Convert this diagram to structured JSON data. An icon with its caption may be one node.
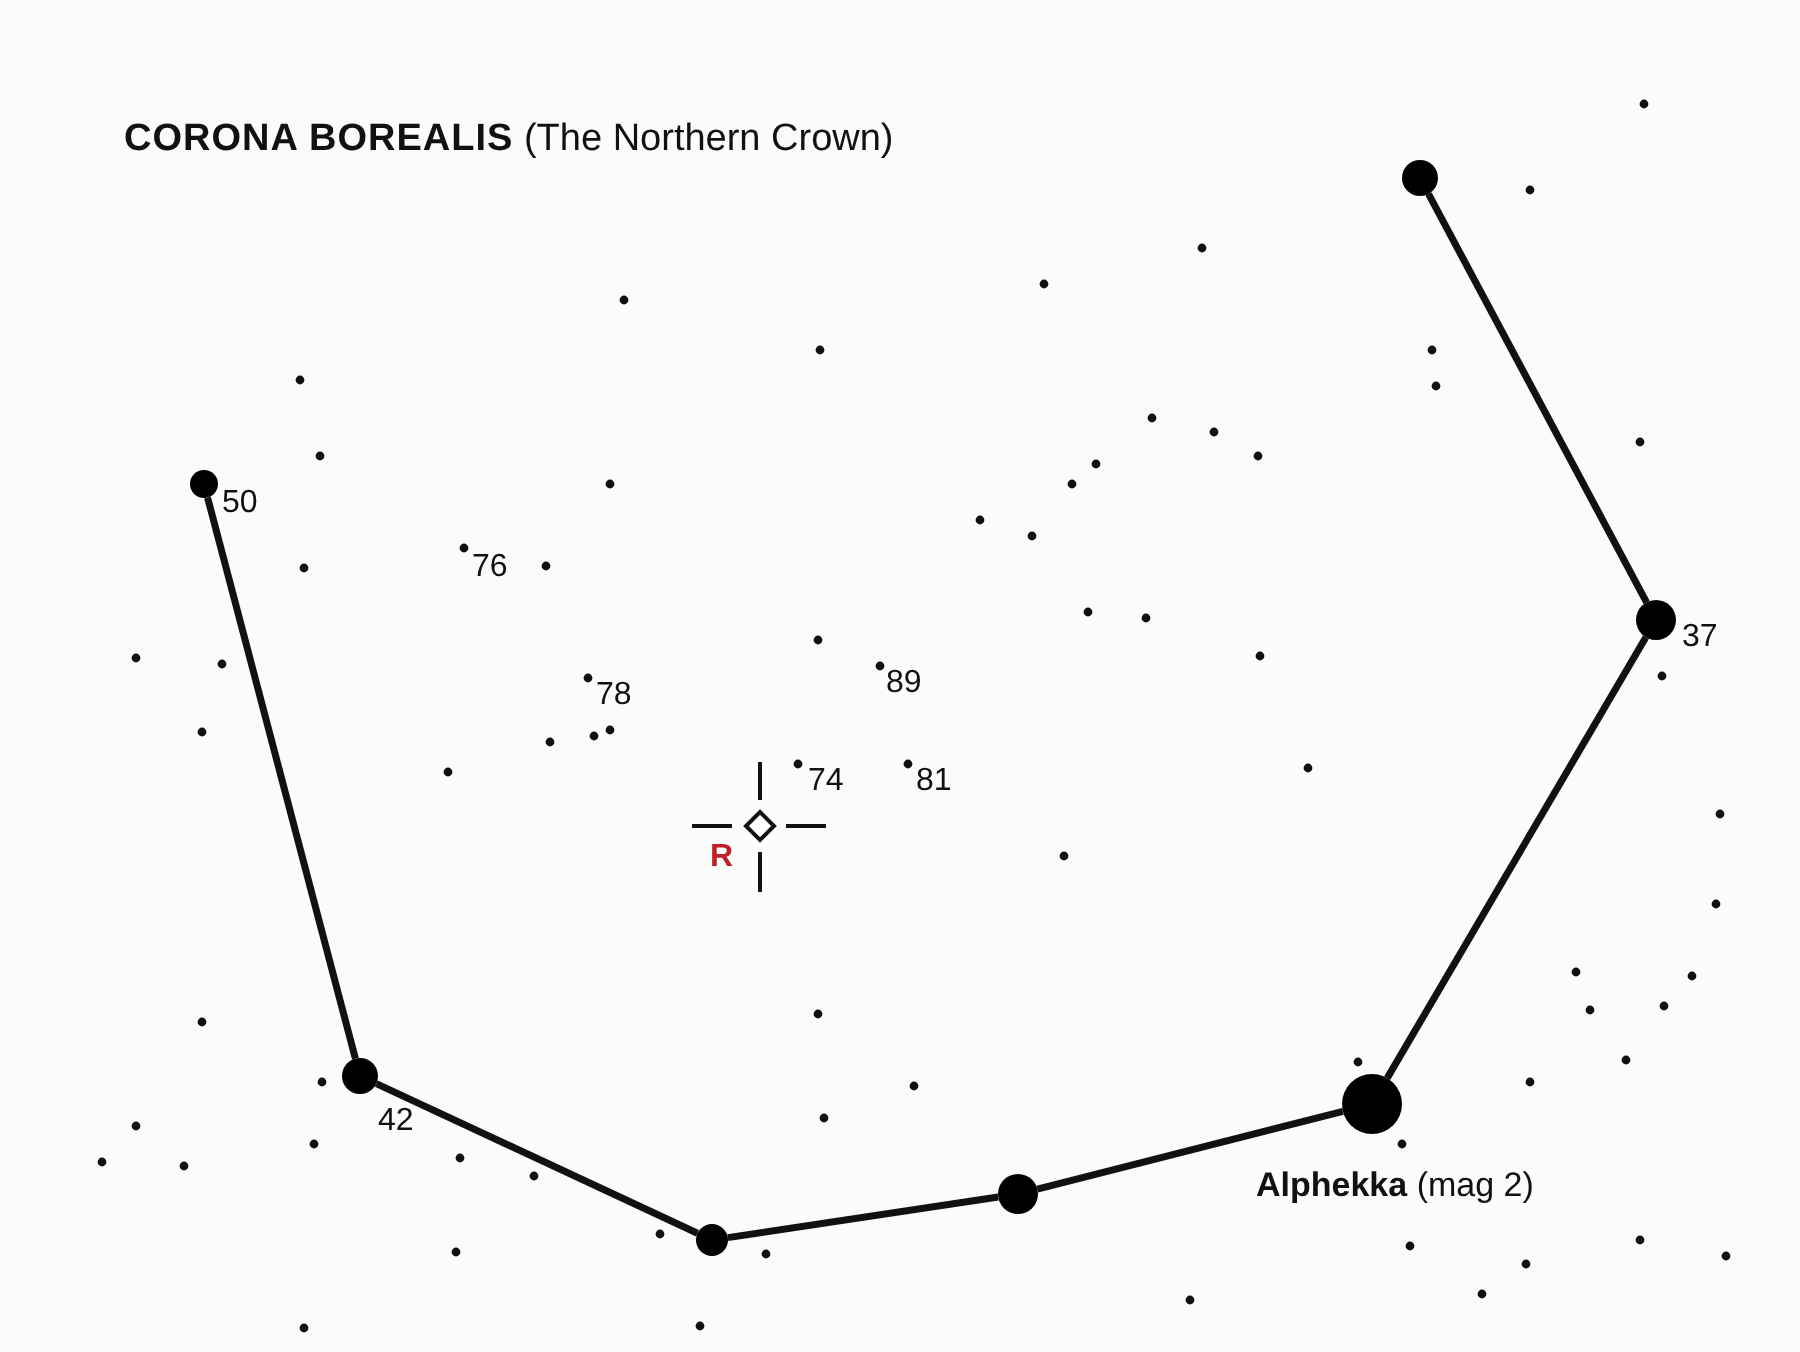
{
  "diagram": {
    "title": "**CORONA  BOREALIS** (The Northern Crown)",
    "nodes": [
      {
        "text": [],
        "shape": "circle"
      },
      {
        "text": [],
        "shape": "circle",
        "beside": [
          "37"
        ]
      },
      {
        "text": [],
        "shape": "circle",
        "beside": [
          "**Alphekka** (mag 2)"
        ]
      },
      {
        "text": [],
        "shape": "circle"
      },
      {
        "text": [],
        "shape": "circle"
      },
      {
        "text": [],
        "shape": "circle",
        "beside": [
          "42"
        ]
      },
      {
        "text": [],
        "shape": "circle",
        "beside": [
          "50"
        ]
      }
    ],
    "edges": [
      {
        "from": 0,
        "to": 1,
        "arrow": "none"
      },
      {
        "from": 1,
        "to": 2,
        "arrow": "none"
      },
      {
        "from": 2,
        "to": 3,
        "arrow": "none"
      },
      {
        "from": 3,
        "to": 4,
        "arrow": "none"
      },
      {
        "from": 4,
        "to": 5,
        "arrow": "none"
      },
      {
        "from": 5,
        "to": 6,
        "arrow": "none"
      }
    ],
    "labels": [
      "76",
      "89",
      "78",
      "74",
      "81",
      "R"
    ]
  }
}
